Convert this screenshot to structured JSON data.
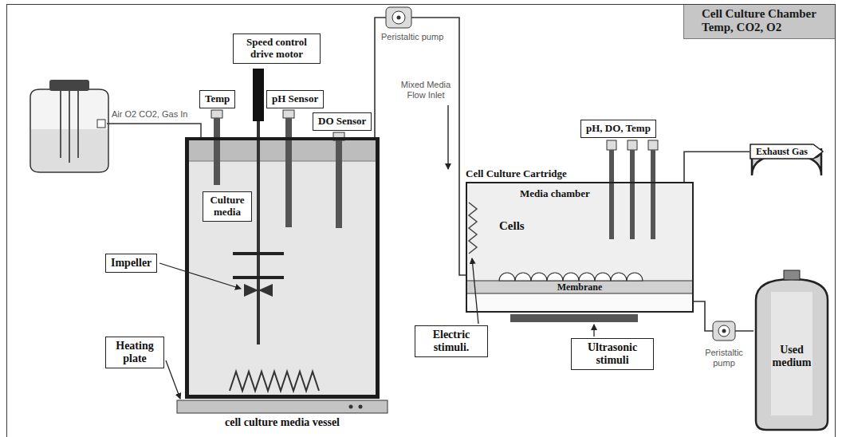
{
  "diagram": {
    "nodes": [
      {
        "text": [
          "Cell Culture Chamber Temp, CO2, O2"
        ]
      },
      {
        "text": [
          "Speed control drive motor"
        ],
        "in": 0
      },
      {
        "text": [
          "Temp"
        ],
        "in": 0
      },
      {
        "text": [
          "pH Sensor"
        ],
        "in": 0
      },
      {
        "text": [
          "DO Sensor"
        ],
        "in": 0
      },
      {
        "text": [
          "cell culture media vessel"
        ],
        "in": 0
      },
      {
        "text": [
          "Culture media"
        ],
        "in": 5
      },
      {
        "text": [
          "Impeller"
        ],
        "in": 0
      },
      {
        "text": [
          "Heating plate"
        ],
        "in": 0
      },
      {
        "text": [
          "pH, DO, Temp"
        ],
        "in": 0
      },
      {
        "text": [
          "Cell Culture Cartridge",
          "Media chamber",
          "Cells",
          "Membrane"
        ],
        "in": 0
      },
      {
        "text": [
          "Exhaust Gas"
        ],
        "in": 0
      },
      {
        "text": [
          "Electric stimuli."
        ],
        "in": 0
      },
      {
        "text": [
          "Ultrasonic stimuli"
        ],
        "in": 0
      },
      {
        "text": [
          "Used medium"
        ],
        "in": 0
      }
    ],
    "edges": [
      {
        "from": 5,
        "to": 10,
        "arrow": "none"
      },
      {
        "from": 10,
        "to": 11,
        "arrow": "none"
      },
      {
        "from": 10,
        "to": 14,
        "arrow": "none"
      }
    ],
    "labels": [
      "Peristaltic pump",
      "Air O2 CO2, Gas In",
      "Mixed Media Flow Inlet",
      "Peristaltic pump"
    ]
  }
}
